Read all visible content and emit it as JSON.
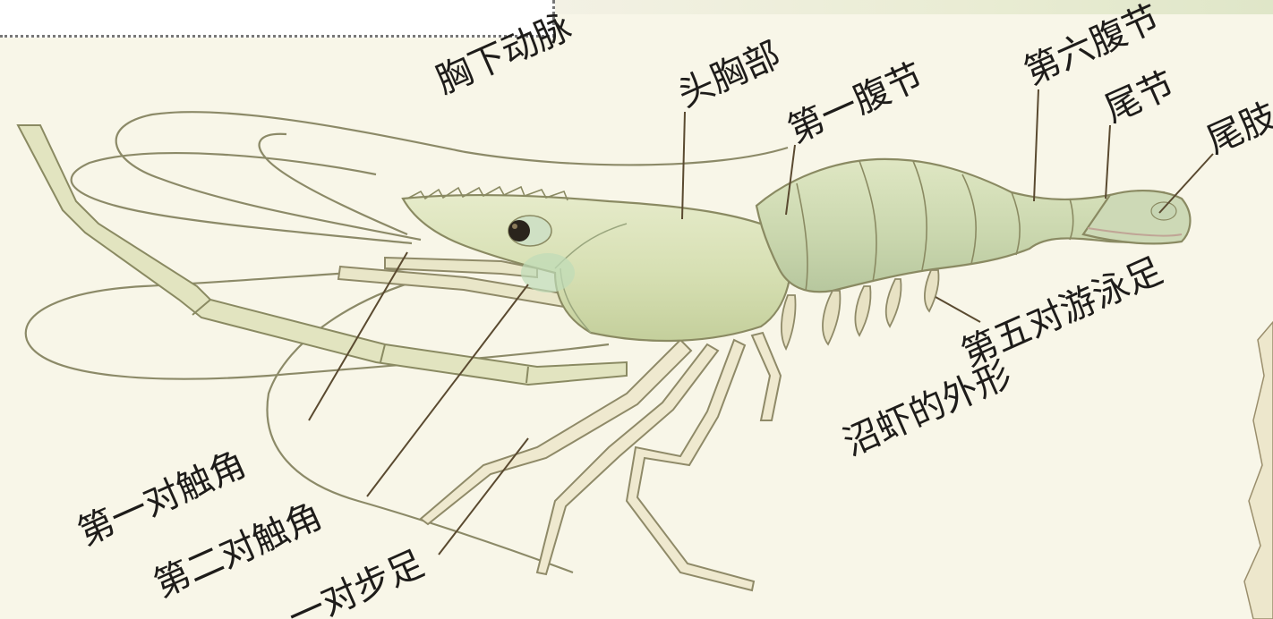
{
  "labels": {
    "thorax_artery": "胸下动脉",
    "cephalothorax": "头胸部",
    "first_abdominal_segment": "第一腹节",
    "sixth_abdominal_segment": "第六腹节",
    "telson": "尾节",
    "tail_fan": "尾肢",
    "first_antenna": "第一对触角",
    "second_antenna": "第二对触角",
    "walking_legs": "一对步足",
    "fifth_swimmeret": "第五对游泳足",
    "caption": "沼虾的外形"
  },
  "colors": {
    "background": "#f8f6e8",
    "body_fill": "#dbe2b8",
    "body_shade": "#b9c79a",
    "head_tint": "#cfe0c4",
    "outline": "#8a8a62",
    "leader_line": "#5a4a30",
    "text": "#1e1c1a",
    "tail_pink": "#d7b7a8"
  }
}
